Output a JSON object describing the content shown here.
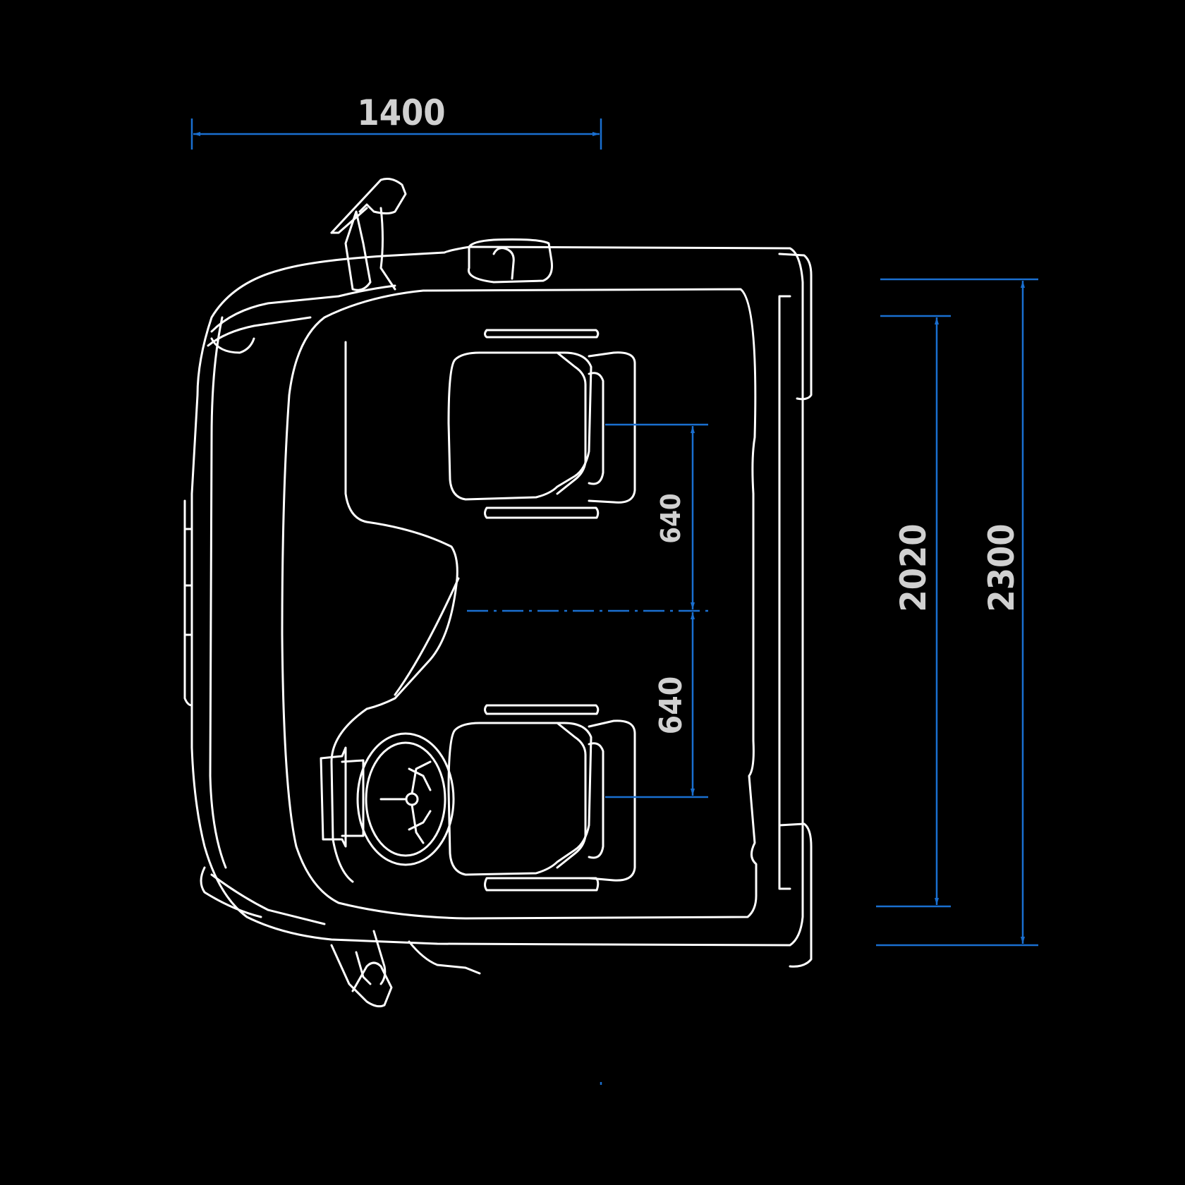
{
  "dimensions": {
    "width": "1400",
    "outer_length": "2300",
    "inner_length": "2020",
    "seat_offset_top": "640",
    "seat_offset_bottom": "640"
  },
  "colors": {
    "background": "#000000",
    "outline": "#ffffff",
    "dimension_line": "#1a6fd0",
    "dimension_text": "#d0d0d0"
  }
}
